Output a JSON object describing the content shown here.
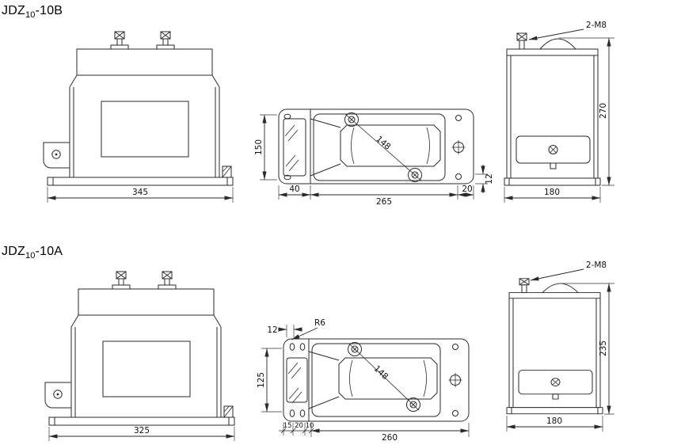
{
  "drawing": {
    "ink": "#2a2a2a",
    "background": "#ffffff"
  },
  "sections": {
    "b": {
      "title": {
        "main": "JDZ",
        "sub": "10",
        "rest": "-10B"
      },
      "front": {
        "width": "345"
      },
      "top": {
        "height": "150",
        "flange_width": "40",
        "body_length": "265",
        "end_width": "20",
        "edge_offset": "12",
        "bolt_spacing": "148"
      },
      "side": {
        "bolt_label": "2-M8",
        "height": "270",
        "width": "180"
      }
    },
    "a": {
      "title": {
        "main": "JDZ",
        "sub": "10",
        "rest": "-10A"
      },
      "front": {
        "width": "325"
      },
      "top": {
        "height": "125",
        "corner_radius": "R6",
        "slot_offset": "12",
        "pitch_1": "15",
        "pitch_2": "20",
        "pitch_3": "10",
        "body_length": "260",
        "bolt_spacing": "148"
      },
      "side": {
        "bolt_label": "2-M8",
        "height": "235",
        "width": "180"
      }
    }
  }
}
